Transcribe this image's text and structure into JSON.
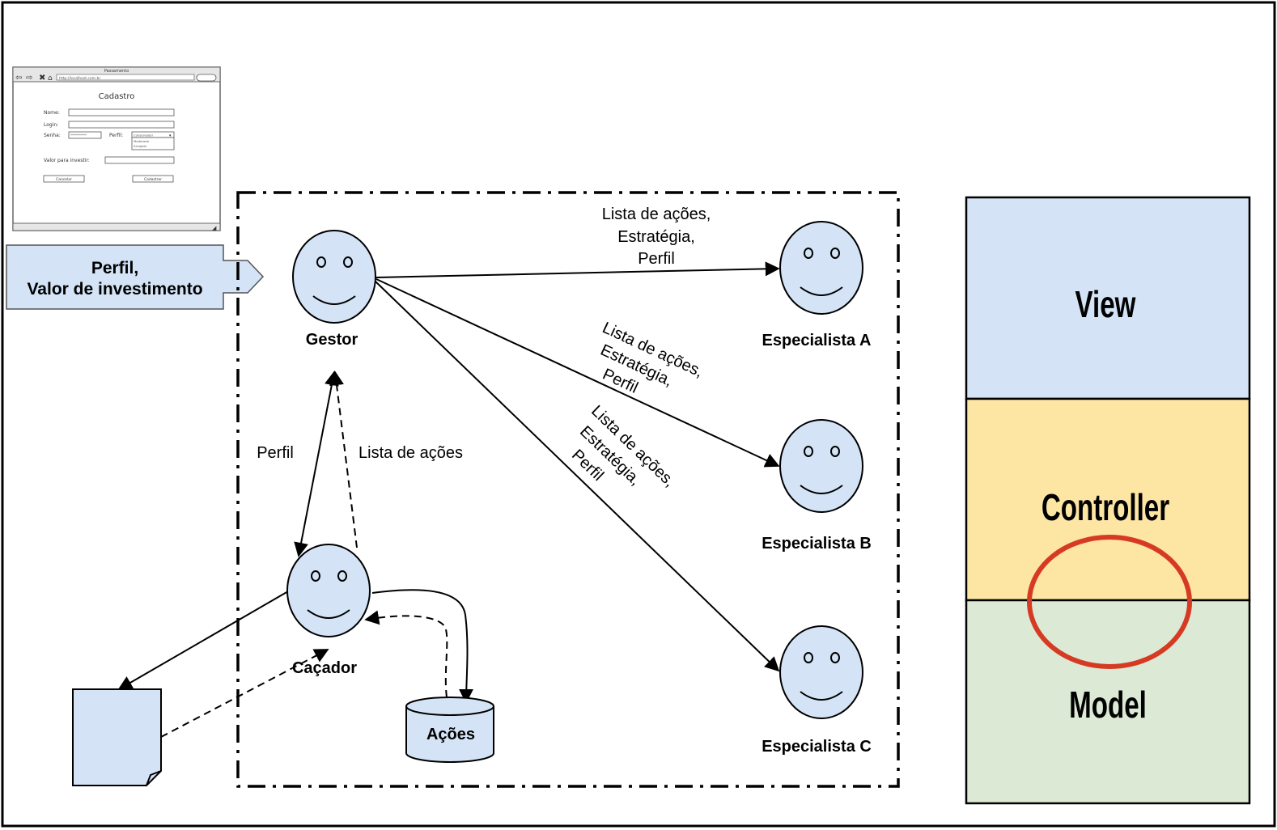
{
  "mockup": {
    "window_title": "Passamento",
    "url": "http://localhost.com.br",
    "form_title": "Cadastro",
    "nome_label": "Nome:",
    "login_label": "Login:",
    "senha_label": "Senha:",
    "senha_value": "**********",
    "perfil_label": "Perfil:",
    "perfil_selected": "Conservador",
    "perfil_options": [
      "Moderado",
      "Arrojado"
    ],
    "valor_label": "Valor para investir:",
    "cancel_button": "Cancelar",
    "submit_button": "Cadastrar"
  },
  "input_arrow": {
    "line1": "Perfil,",
    "line2": "Valor de investimento"
  },
  "actors": {
    "gestor": "Gestor",
    "cacador": "Caçador",
    "especialista_a": "Especialista A",
    "especialista_b": "Especialista B",
    "especialista_c": "Especialista C"
  },
  "edges": {
    "to_a": [
      "Lista de ações,",
      "Estratégia,",
      "Perfil"
    ],
    "to_b": [
      "Lista de ações,",
      "Estratégia,",
      "Perfil"
    ],
    "to_c": [
      "Lista de ações,",
      "Estratégia,",
      "Perfil"
    ],
    "gestor_cacador": "Perfil",
    "cacador_gestor": "Lista de ações"
  },
  "database": {
    "label": "Ações"
  },
  "mvc": {
    "view": "View",
    "controller": "Controller",
    "model": "Model"
  },
  "colors": {
    "actor_fill": "#d4e4f6",
    "view_fill": "#d4e4f6",
    "controller_fill": "#fde5a3",
    "model_fill": "#dce9d5",
    "highlight": "#d63a22"
  }
}
